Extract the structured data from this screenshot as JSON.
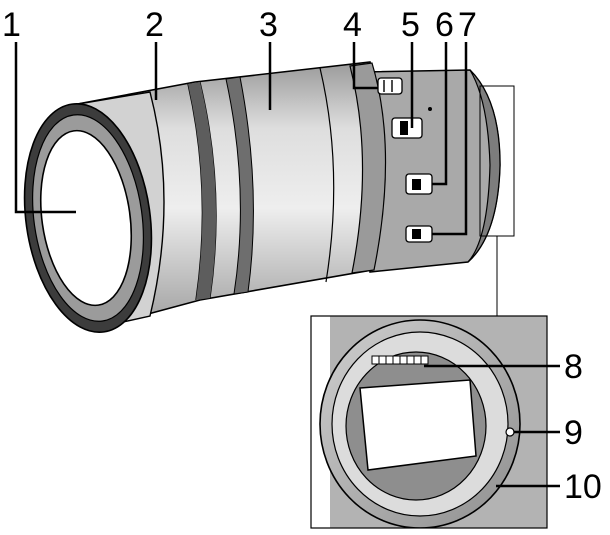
{
  "callouts": {
    "c1": "1",
    "c2": "2",
    "c3": "3",
    "c4": "4",
    "c5": "5",
    "c6": "6",
    "c7": "7",
    "c8": "8",
    "c9": "9",
    "c10": "10"
  },
  "colors": {
    "line": "#000000",
    "barrel_light": "#e4e4e4",
    "barrel_mid": "#bdbdbd",
    "barrel_dark": "#8c8c8c",
    "glass": "#ffffff"
  }
}
